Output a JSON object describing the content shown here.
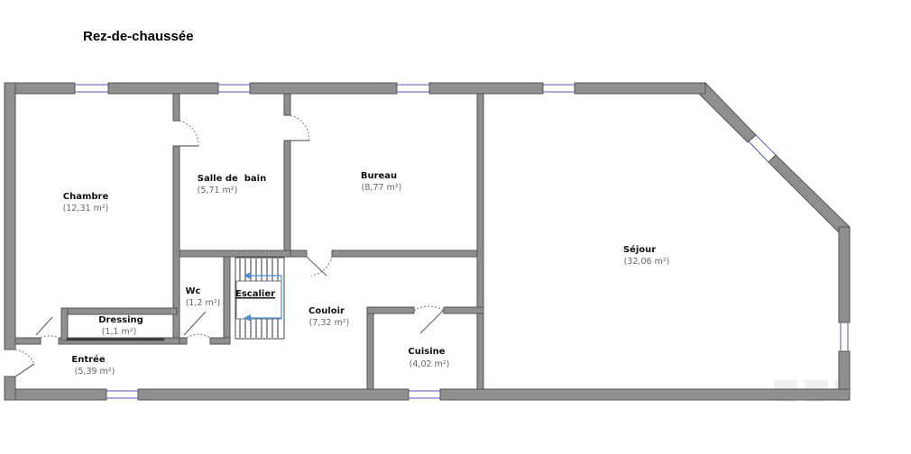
{
  "plan_title": "Rez-de-chaussée",
  "rooms": {
    "chambre": {
      "name": "Chambre",
      "area": "(12,31 m²)"
    },
    "salle_de_bain": {
      "name": "Salle de  bain",
      "area": "(5,71 m²)"
    },
    "bureau": {
      "name": "Bureau",
      "area": "(8,77 m²)"
    },
    "sejour": {
      "name": "Séjour",
      "area": "(32,06 m²)"
    },
    "wc": {
      "name": "Wc",
      "area": "(1,2 m²)"
    },
    "escalier": {
      "name": "Escalier"
    },
    "couloir": {
      "name": "Couloir",
      "area": "(7,32 m²)"
    },
    "dressing": {
      "name": "Dressing",
      "area": "(1,1 m²)"
    },
    "entree": {
      "name": "Entrée",
      "area": "(5,39 m²)"
    },
    "cuisine": {
      "name": "Cuisine",
      "area": "(4,02 m²)"
    }
  },
  "colors": {
    "wall": "#8f8f8f",
    "window": "#5a5ab8",
    "stair_arrow": "#4a8fd8"
  }
}
